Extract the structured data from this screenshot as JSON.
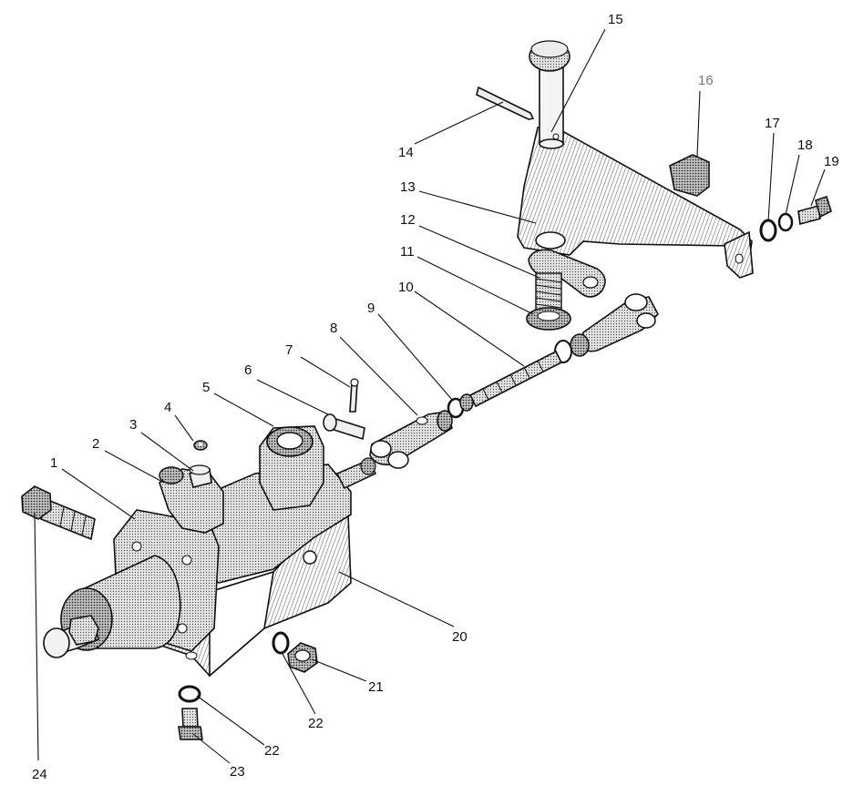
{
  "diagram": {
    "callouts": [
      {
        "id": "1",
        "label": "1"
      },
      {
        "id": "2",
        "label": "2"
      },
      {
        "id": "3",
        "label": "3"
      },
      {
        "id": "4",
        "label": "4"
      },
      {
        "id": "5",
        "label": "5"
      },
      {
        "id": "6",
        "label": "6"
      },
      {
        "id": "7",
        "label": "7"
      },
      {
        "id": "8",
        "label": "8"
      },
      {
        "id": "9",
        "label": "9"
      },
      {
        "id": "10",
        "label": "10"
      },
      {
        "id": "11",
        "label": "11"
      },
      {
        "id": "12",
        "label": "12"
      },
      {
        "id": "13",
        "label": "13"
      },
      {
        "id": "14",
        "label": "14"
      },
      {
        "id": "15",
        "label": "15"
      },
      {
        "id": "16",
        "label": "16"
      },
      {
        "id": "17",
        "label": "17"
      },
      {
        "id": "18",
        "label": "18"
      },
      {
        "id": "19",
        "label": "19"
      },
      {
        "id": "20",
        "label": "20"
      },
      {
        "id": "21",
        "label": "21"
      },
      {
        "id": "22a",
        "label": "22"
      },
      {
        "id": "22b",
        "label": "22"
      },
      {
        "id": "23",
        "label": "23"
      },
      {
        "id": "24",
        "label": "24"
      }
    ]
  },
  "colors": {
    "ink": "#111111",
    "part_fill": "#e6e6e6",
    "shade_fill": "#bdbdbd",
    "muted_label": "#777777"
  }
}
